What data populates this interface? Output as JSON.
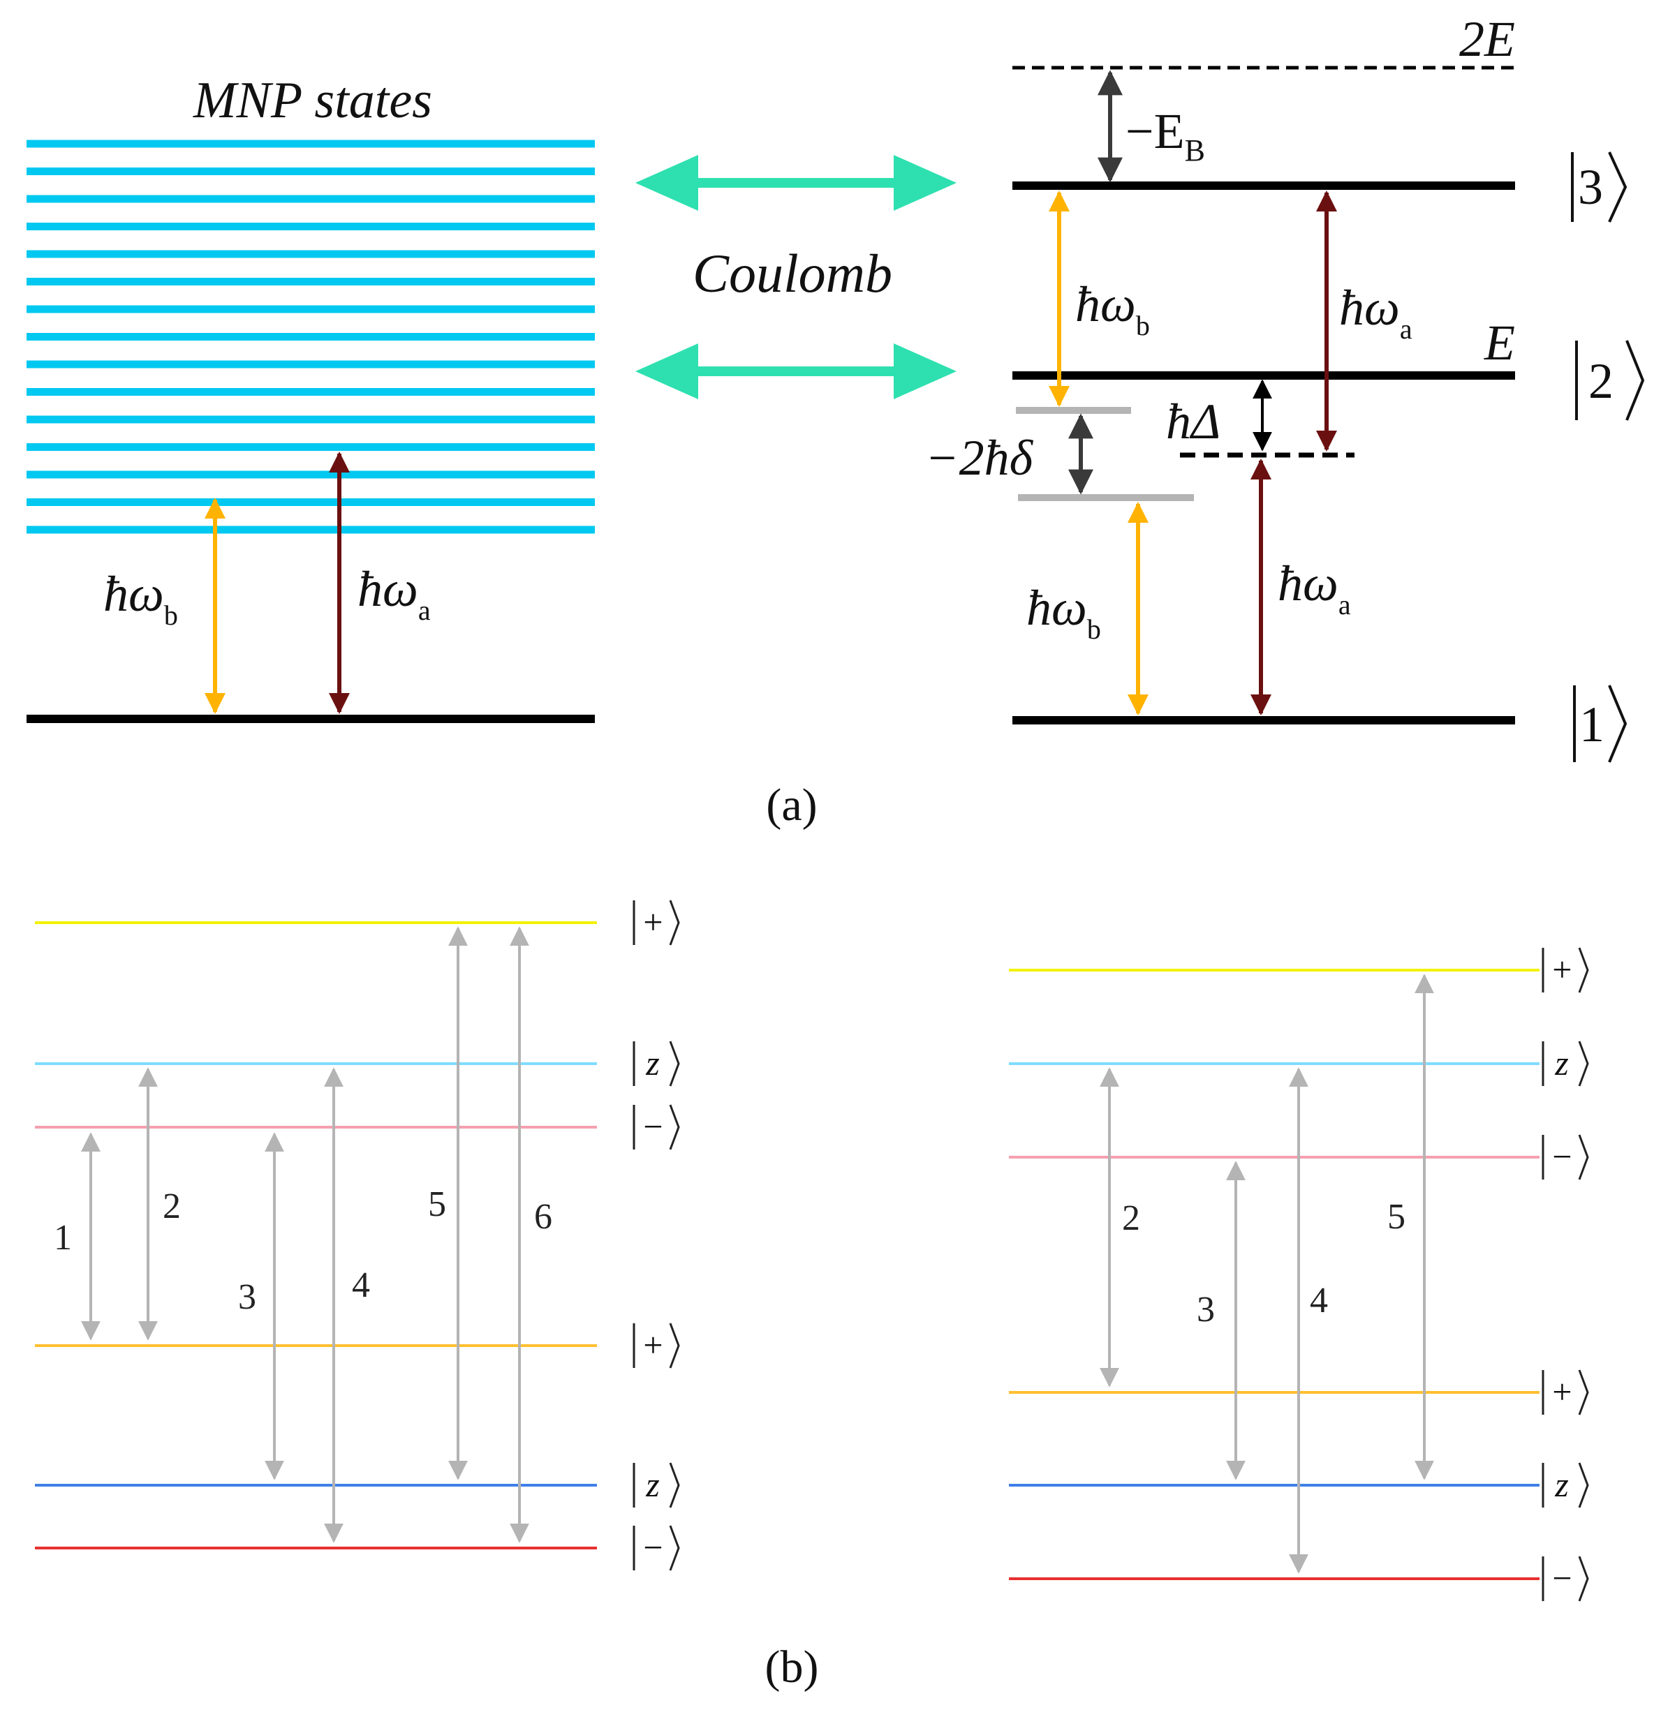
{
  "panel_a": {
    "mnp_title": "MNP states",
    "coulomb_label": "Coulomb",
    "caption": "(a)",
    "hbar": "ħ",
    "omega": "ω",
    "sub_a": "a",
    "sub_b": "b",
    "level_2E": "2E",
    "level_E": "E",
    "binding": "−E",
    "binding_sub": "B",
    "detuning_small": "ħΔ",
    "detuning_two": "−2ħδ",
    "ket_3": "3",
    "ket_2": "2",
    "ket_1": "1"
  },
  "panel_b": {
    "caption": "(b)",
    "left_kets": [
      "+",
      "z",
      "−",
      "+",
      "z",
      "−"
    ],
    "right_kets": [
      "+",
      "z",
      "−",
      "+",
      "z",
      "−"
    ],
    "left_numbers": [
      "1",
      "2",
      "3",
      "4",
      "5",
      "6"
    ],
    "right_numbers": [
      "2",
      "3",
      "4",
      "5"
    ]
  },
  "colors": {
    "mnp_band": "#00c8f0",
    "yellow_arrow": "#ffb300",
    "red_arrow": "#6b1010",
    "teal_arrow": "#2ee0b0",
    "level_yellow": "#f2f200",
    "level_lightblue": "#80dcff",
    "level_pink": "#f5a0b0",
    "level_orange": "#ffc030",
    "level_blue": "#4080e8",
    "level_red": "#e83030",
    "grey_arrow": "#b4b4b4"
  }
}
